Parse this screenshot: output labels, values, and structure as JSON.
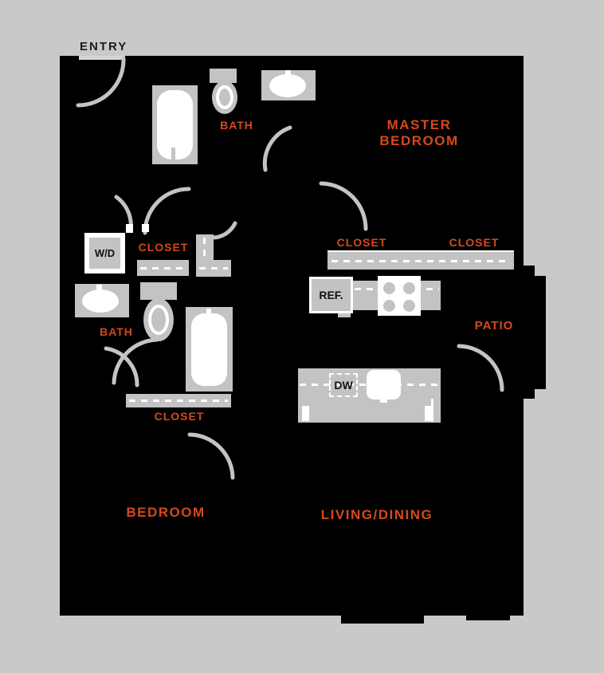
{
  "colors": {
    "background": "#c9c9c9",
    "plan_fill": "#000000",
    "fixture_gray": "#c3c3c3",
    "accent_orange": "#d4491b",
    "dark_text": "#1c1c1c",
    "white": "#ffffff"
  },
  "labels": {
    "entry": "ENTRY",
    "bath_upper": "BATH",
    "master_bedroom_line1": "MASTER",
    "master_bedroom_line2": "BEDROOM",
    "closet_hall": "CLOSET",
    "closet_master_left": "CLOSET",
    "closet_master_right": "CLOSET",
    "bath_lower": "BATH",
    "closet_bedroom": "CLOSET",
    "patio": "PATIO",
    "bedroom": "BEDROOM",
    "living_dining": "LIVING/DINING",
    "washer_dryer": "W/D",
    "refrigerator": "REF.",
    "dishwasher": "DW"
  },
  "fixtures": [
    "entry-door-swing",
    "bathtub-upper",
    "toilet-upper",
    "sink-upper",
    "washer-dryer-unit",
    "hall-closet-shelf",
    "l-shaped-closet-shelf",
    "master-closet-shelf",
    "bathtub-lower",
    "toilet-lower",
    "sink-lower",
    "bedroom-closet-shelf",
    "refrigerator-box",
    "stove-burners",
    "kitchen-counter",
    "kitchen-island",
    "dishwasher-box",
    "kitchen-sink",
    "breakfast-bar",
    "patio-slab",
    "door-swing-arcs"
  ]
}
